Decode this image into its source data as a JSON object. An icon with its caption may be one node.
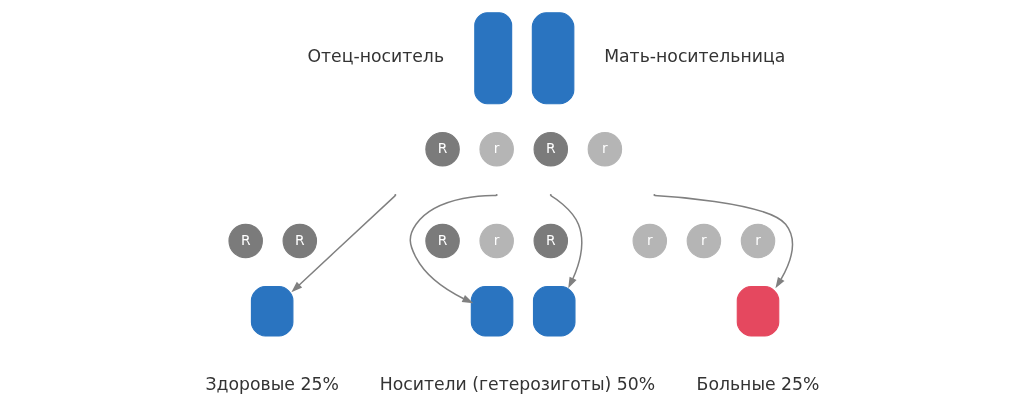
{
  "diagram": {
    "nodes": [
      {
        "text": [],
        "shape": "person",
        "beside": [
          "Отец-носитель"
        ]
      },
      {
        "text": [],
        "shape": "person",
        "beside": [
          "Мать-носительница"
        ]
      },
      {
        "text": [
          "R"
        ]
      },
      {
        "text": [
          "r"
        ]
      },
      {
        "text": [
          "R"
        ]
      },
      {
        "text": [
          "r"
        ]
      },
      {
        "text": [
          "R"
        ]
      },
      {
        "text": [
          "R"
        ]
      },
      {
        "text": [
          "R"
        ]
      },
      {
        "text": [
          "r"
        ]
      },
      {
        "text": [
          "R"
        ]
      },
      {
        "text": [
          "r"
        ]
      },
      {
        "text": [
          "r"
        ]
      },
      {
        "text": [
          "r"
        ]
      },
      {
        "text": [],
        "shape": "person",
        "beside": [
          "Здоровые 25%"
        ]
      },
      {
        "text": [],
        "shape": "person"
      },
      {
        "text": [],
        "shape": "person"
      },
      {
        "text": [],
        "shape": "person",
        "beside": [
          "Больные 25%"
        ]
      }
    ],
    "edges": [
      {
        "from": null,
        "to": 14,
        "arrow": "to"
      },
      {
        "from": null,
        "to": 15,
        "arrow": "to"
      },
      {
        "from": null,
        "to": 16,
        "arrow": "to"
      },
      {
        "from": null,
        "to": 17,
        "arrow": "to"
      }
    ],
    "labels": [
      "Носители (гетерозиготы) 50%"
    ]
  }
}
